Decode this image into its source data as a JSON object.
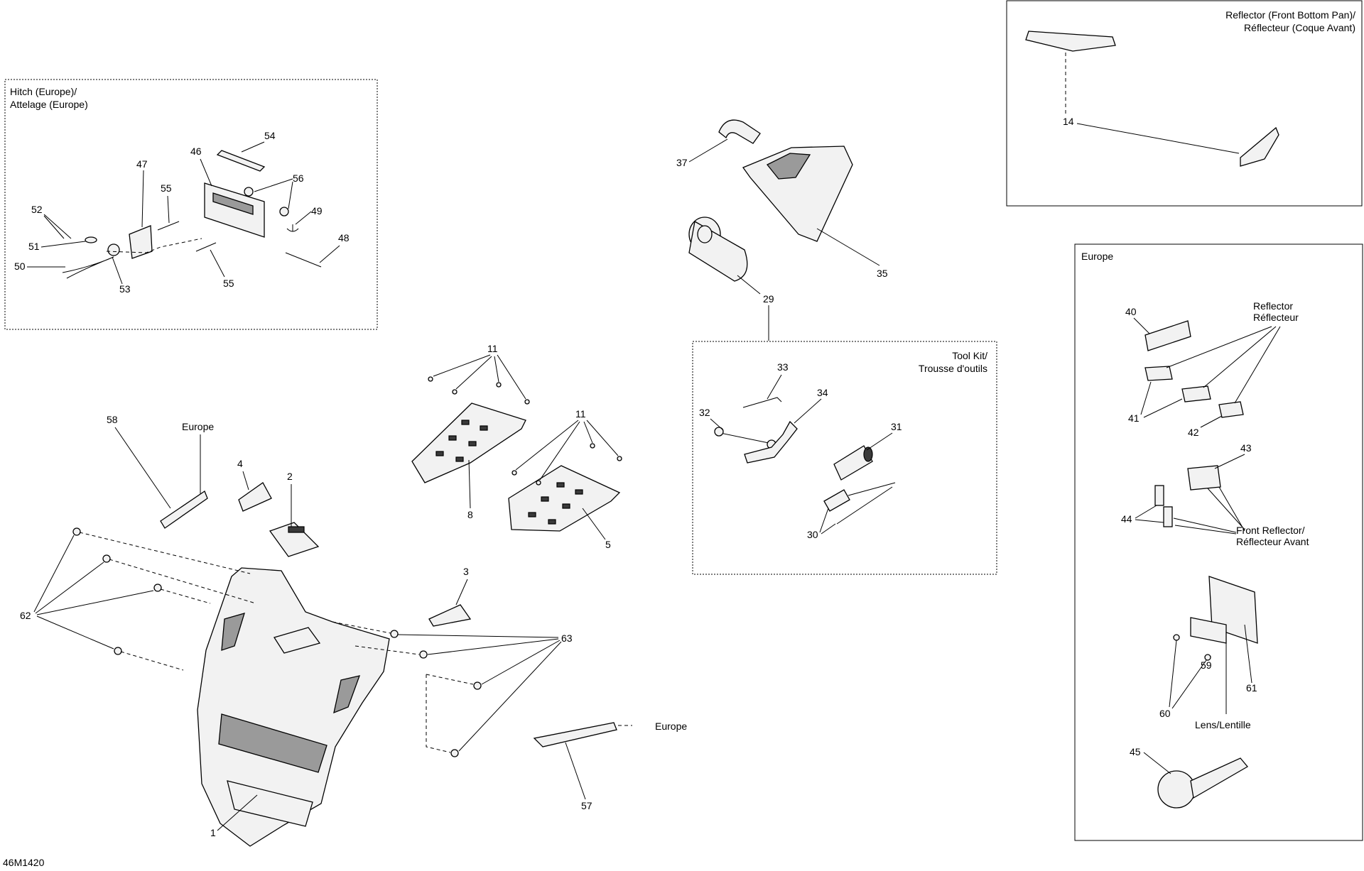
{
  "panels": {
    "hitch": {
      "title_line1": "Hitch (Europe)/",
      "title_line2": "Attelage (Europe)"
    },
    "reflector_pan": {
      "title_line1": "Reflector (Front Bottom Pan)/",
      "title_line2": "Réflecteur (Coque Avant)"
    },
    "tool_kit": {
      "title_line1": "Tool Kit/",
      "title_line2": "Trousse d'outils"
    },
    "europe": {
      "title": "Europe"
    }
  },
  "annotations": {
    "europe_58": "Europe",
    "europe_57": "Europe",
    "reflector_line1": "Reflector",
    "reflector_line2": "Réflecteur",
    "front_reflector_line1": "Front Reflector/",
    "front_reflector_line2": "Réflecteur Avant",
    "lens": "Lens/Lentille",
    "ref_code": "46M1420"
  },
  "callouts": {
    "c1": "1",
    "c2": "2",
    "c3": "3",
    "c4": "4",
    "c5": "5",
    "c8": "8",
    "c11a": "11",
    "c11b": "11",
    "c14": "14",
    "c29": "29",
    "c30": "30",
    "c31": "31",
    "c32": "32",
    "c33": "33",
    "c34": "34",
    "c35": "35",
    "c37": "37",
    "c40": "40",
    "c41": "41",
    "c42": "42",
    "c43": "43",
    "c44": "44",
    "c45": "45",
    "c46": "46",
    "c47": "47",
    "c48": "48",
    "c49": "49",
    "c50": "50",
    "c51": "51",
    "c52": "52",
    "c53": "53",
    "c54": "54",
    "c55a": "55",
    "c55b": "55",
    "c56": "56",
    "c57": "57",
    "c58": "58",
    "c59": "59",
    "c60": "60",
    "c61": "61",
    "c62": "62",
    "c63": "63"
  }
}
